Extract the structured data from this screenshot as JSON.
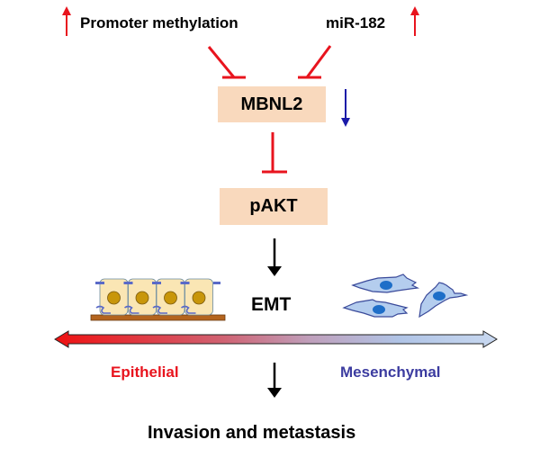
{
  "diagram": {
    "regulators": [
      {
        "label": "Promoter methylation",
        "change": "up",
        "change_icon": "up-arrow-icon",
        "effect": "inhibits"
      },
      {
        "label": "miR-182",
        "change": "up",
        "change_icon": "up-arrow-icon",
        "effect": "inhibits"
      }
    ],
    "nodes": {
      "mbnl2": {
        "label": "MBNL2",
        "change": "down",
        "change_icon": "down-arrow-icon"
      },
      "pakt": {
        "label": "pAKT"
      },
      "emt": {
        "label": "EMT"
      },
      "outcome": {
        "label": "Invasion and metastasis"
      }
    },
    "edges": [
      {
        "from": "Promoter methylation",
        "to": "MBNL2",
        "type": "inhibition"
      },
      {
        "from": "miR-182",
        "to": "MBNL2",
        "type": "inhibition"
      },
      {
        "from": "MBNL2",
        "to": "pAKT",
        "type": "inhibition"
      },
      {
        "from": "pAKT",
        "to": "EMT",
        "type": "activation"
      },
      {
        "from": "EMT",
        "to": "Invasion and metastasis",
        "type": "activation"
      }
    ],
    "spectrum": {
      "left_label": "Epithelial",
      "right_label": "Mesenchymal",
      "left_color": "#e8141e",
      "right_color": "#3c3ca0",
      "gradient_start": "#ee1111",
      "gradient_mid": "#c890a8",
      "gradient_end": "#c4d4ee"
    },
    "colors": {
      "inhibition": "#e8141e",
      "up_arrow": "#e8141e",
      "down_arrow": "#1a1aa8",
      "box_fill": "#f9d9bd",
      "epithelial_cell_fill": "#fae6b4",
      "nucleus_epithelial": "#c8960a",
      "mesenchymal_cell_fill": "#b4cdee",
      "nucleus_mesenchymal": "#1e6ec8",
      "basement_membrane": "#b4641e"
    }
  }
}
